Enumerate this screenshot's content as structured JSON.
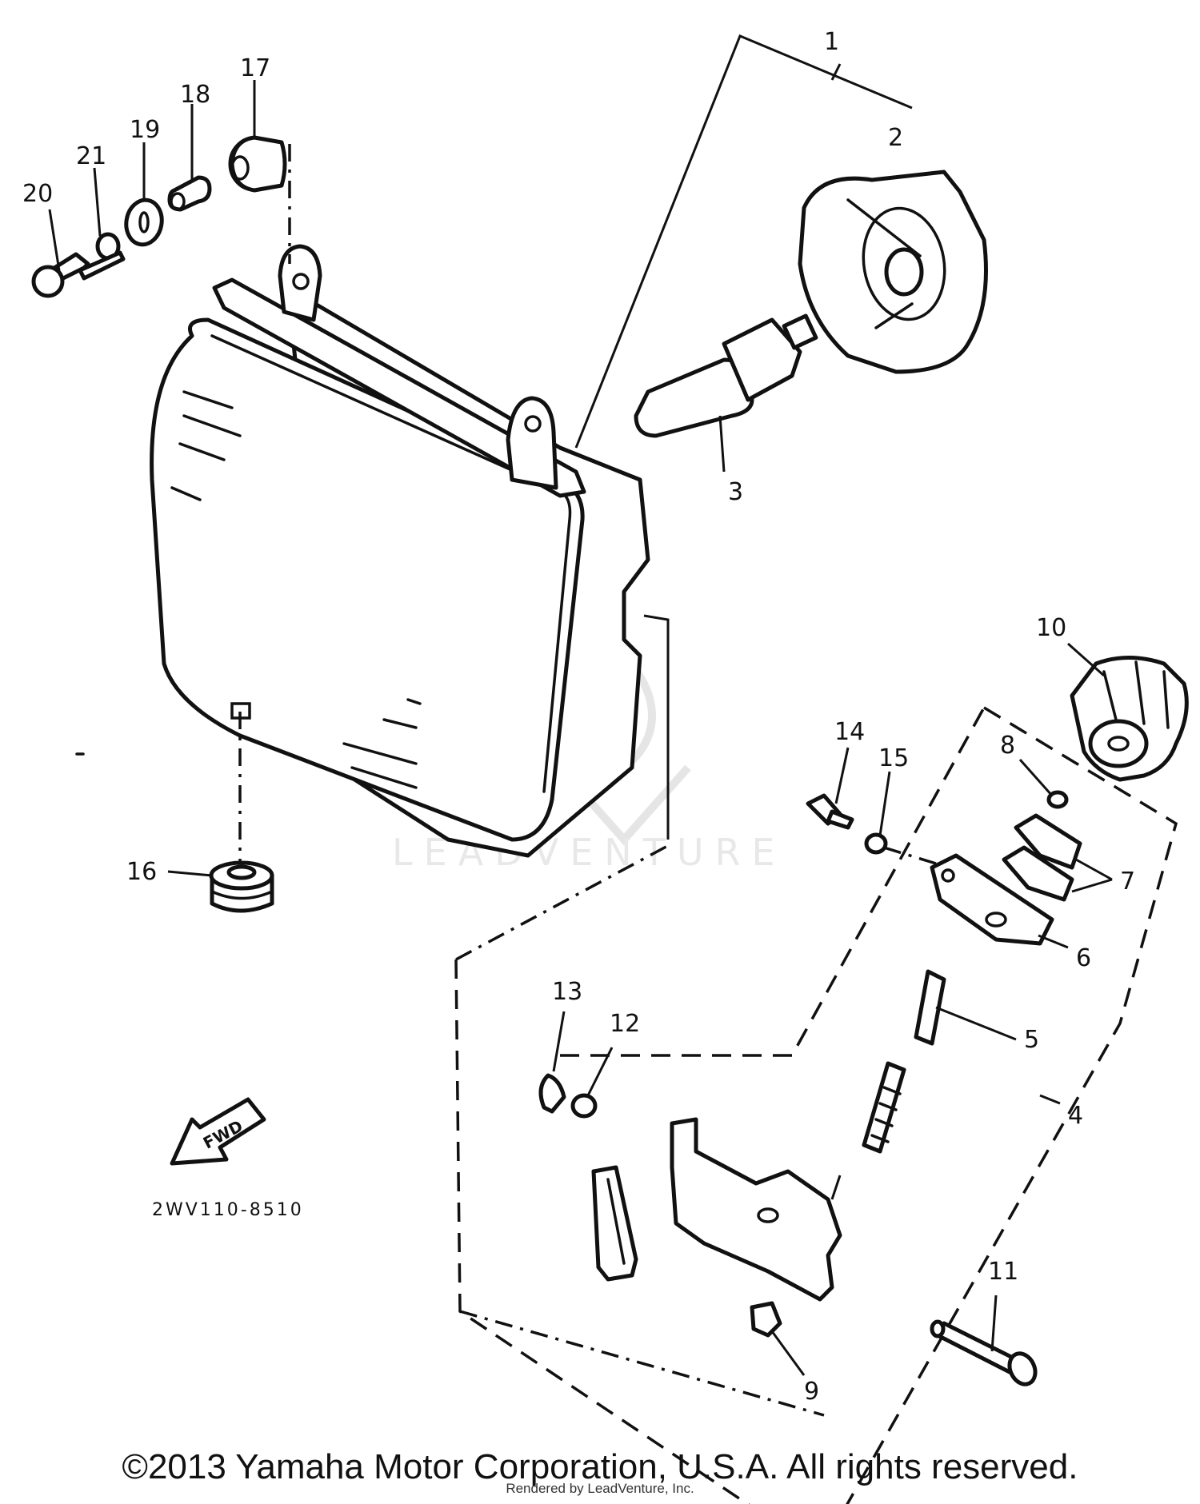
{
  "callouts": {
    "c1": "1",
    "c2": "2",
    "c3": "3",
    "c4": "4",
    "c5": "5",
    "c6": "6",
    "c7": "7",
    "c8": "8",
    "c9": "9",
    "c10": "10",
    "c11": "11",
    "c12": "12",
    "c13": "13",
    "c14": "14",
    "c15": "15",
    "c16": "16",
    "c17": "17",
    "c18": "18",
    "c19": "19",
    "c20": "20",
    "c21": "21"
  },
  "diagram_code": "2WV110-8510",
  "direction_arrow": "FWD",
  "watermark": "LEADVENTURE",
  "copyright": "©2013 Yamaha Motor Corporation, U.S.A. All rights reserved.",
  "rendered_by": "Rendered by LeadVenture, Inc."
}
